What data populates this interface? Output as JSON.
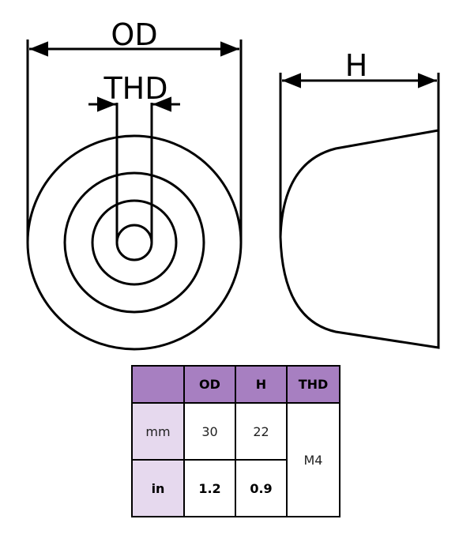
{
  "labels": {
    "od": "OD",
    "thd": "THD",
    "h": "H"
  },
  "table": {
    "header": [
      "",
      "OD",
      "H",
      "THD"
    ],
    "rows": [
      {
        "unit": "mm",
        "od": "30",
        "h": "22"
      },
      {
        "unit": "in",
        "od": "1.2",
        "h": "0.9"
      }
    ],
    "thd": "M4"
  },
  "colors": {
    "header": "#a77fc1",
    "unit_cells": "#e6d9ee"
  }
}
